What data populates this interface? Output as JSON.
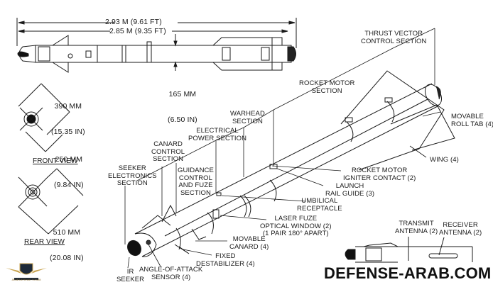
{
  "diagram": {
    "subject": "Missile general arrangement",
    "dimensions": {
      "overall_length": "2.93 M (9.61 FT)",
      "body_length": "2.85 M (9.35 FT)",
      "diameter": [
        "165 MM",
        "(6.50 IN)"
      ],
      "front_span": [
        "390 MM",
        "(15.35 IN)"
      ],
      "front_canard_span": [
        "250 MM",
        "(9.84 IN)"
      ],
      "rear_span": [
        "510 MM",
        "(20.08 IN)"
      ]
    },
    "views": {
      "front": "FRONT VIEW",
      "rear": "REAR VIEW"
    },
    "sections": {
      "seeker_electronics": "SEEKER\nELECTRONICS\nSECTION",
      "canard_control": "CANARD\nCONTROL\nSECTION",
      "guidance": "GUIDANCE\nCONTROL\nAND FUZE\nSECTION",
      "electrical_power": "ELECTRICAL\nPOWER SECTION",
      "warhead": "WARHEAD\nSECTION",
      "rocket_motor": "ROCKET MOTOR\nSECTION",
      "thrust_vector": "THRUST VECTOR\nCONTROL SECTION"
    },
    "components": {
      "movable_roll_tab": "MOVABLE\nROLL TAB (4)",
      "wing": "WING (4)",
      "igniter_contact": "ROCKET MOTOR\nIGNITER CONTACT (2)",
      "launch_rail_guide": "LAUNCH\nRAIL GUIDE (3)",
      "umbilical": "UMBILICAL\nRECEPTACLE",
      "laser_fuze": "LASER FUZE\nOPTICAL WINDOW (2)\n(1 PAIR 180° APART)",
      "movable_canard": "MOVABLE\nCANARD (4)",
      "fixed_destabilizer": "FIXED\nDESTABILIZER (4)",
      "aoa_sensor": "ANGLE-OF-ATTACK\nSENSOR (4)",
      "ir_seeker": "IR\nSEEKER",
      "transmit_antenna": "TRANSMIT\nANTENNA (2)",
      "receiver_antenna": "RECEIVER\nANTENNA (2)"
    },
    "watermark": {
      "site": "DEFENSE-ARAB.COM",
      "logo_text": "ARAB DEFENSE FORUM"
    }
  }
}
